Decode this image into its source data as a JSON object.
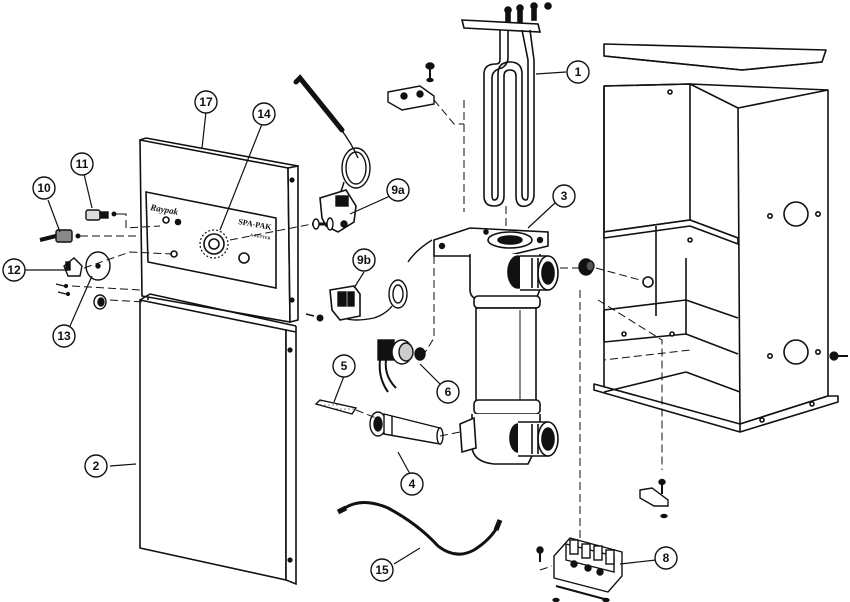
{
  "panel": {
    "brand": "Raypak",
    "model": "SPA-PAK",
    "dial_text": "",
    "sub_text": "& LETTER"
  },
  "callouts": [
    {
      "id": "c1",
      "label": "1"
    },
    {
      "id": "c2",
      "label": "2"
    },
    {
      "id": "c3",
      "label": "3"
    },
    {
      "id": "c4",
      "label": "4"
    },
    {
      "id": "c5",
      "label": "5"
    },
    {
      "id": "c6",
      "label": "6"
    },
    {
      "id": "c8",
      "label": "8"
    },
    {
      "id": "c9a",
      "label": "9a"
    },
    {
      "id": "c9b",
      "label": "9b"
    },
    {
      "id": "c10",
      "label": "10"
    },
    {
      "id": "c11",
      "label": "11"
    },
    {
      "id": "c12",
      "label": "12"
    },
    {
      "id": "c13",
      "label": "13"
    },
    {
      "id": "c14",
      "label": "14"
    },
    {
      "id": "c15",
      "label": "15"
    },
    {
      "id": "c17",
      "label": "17"
    }
  ]
}
